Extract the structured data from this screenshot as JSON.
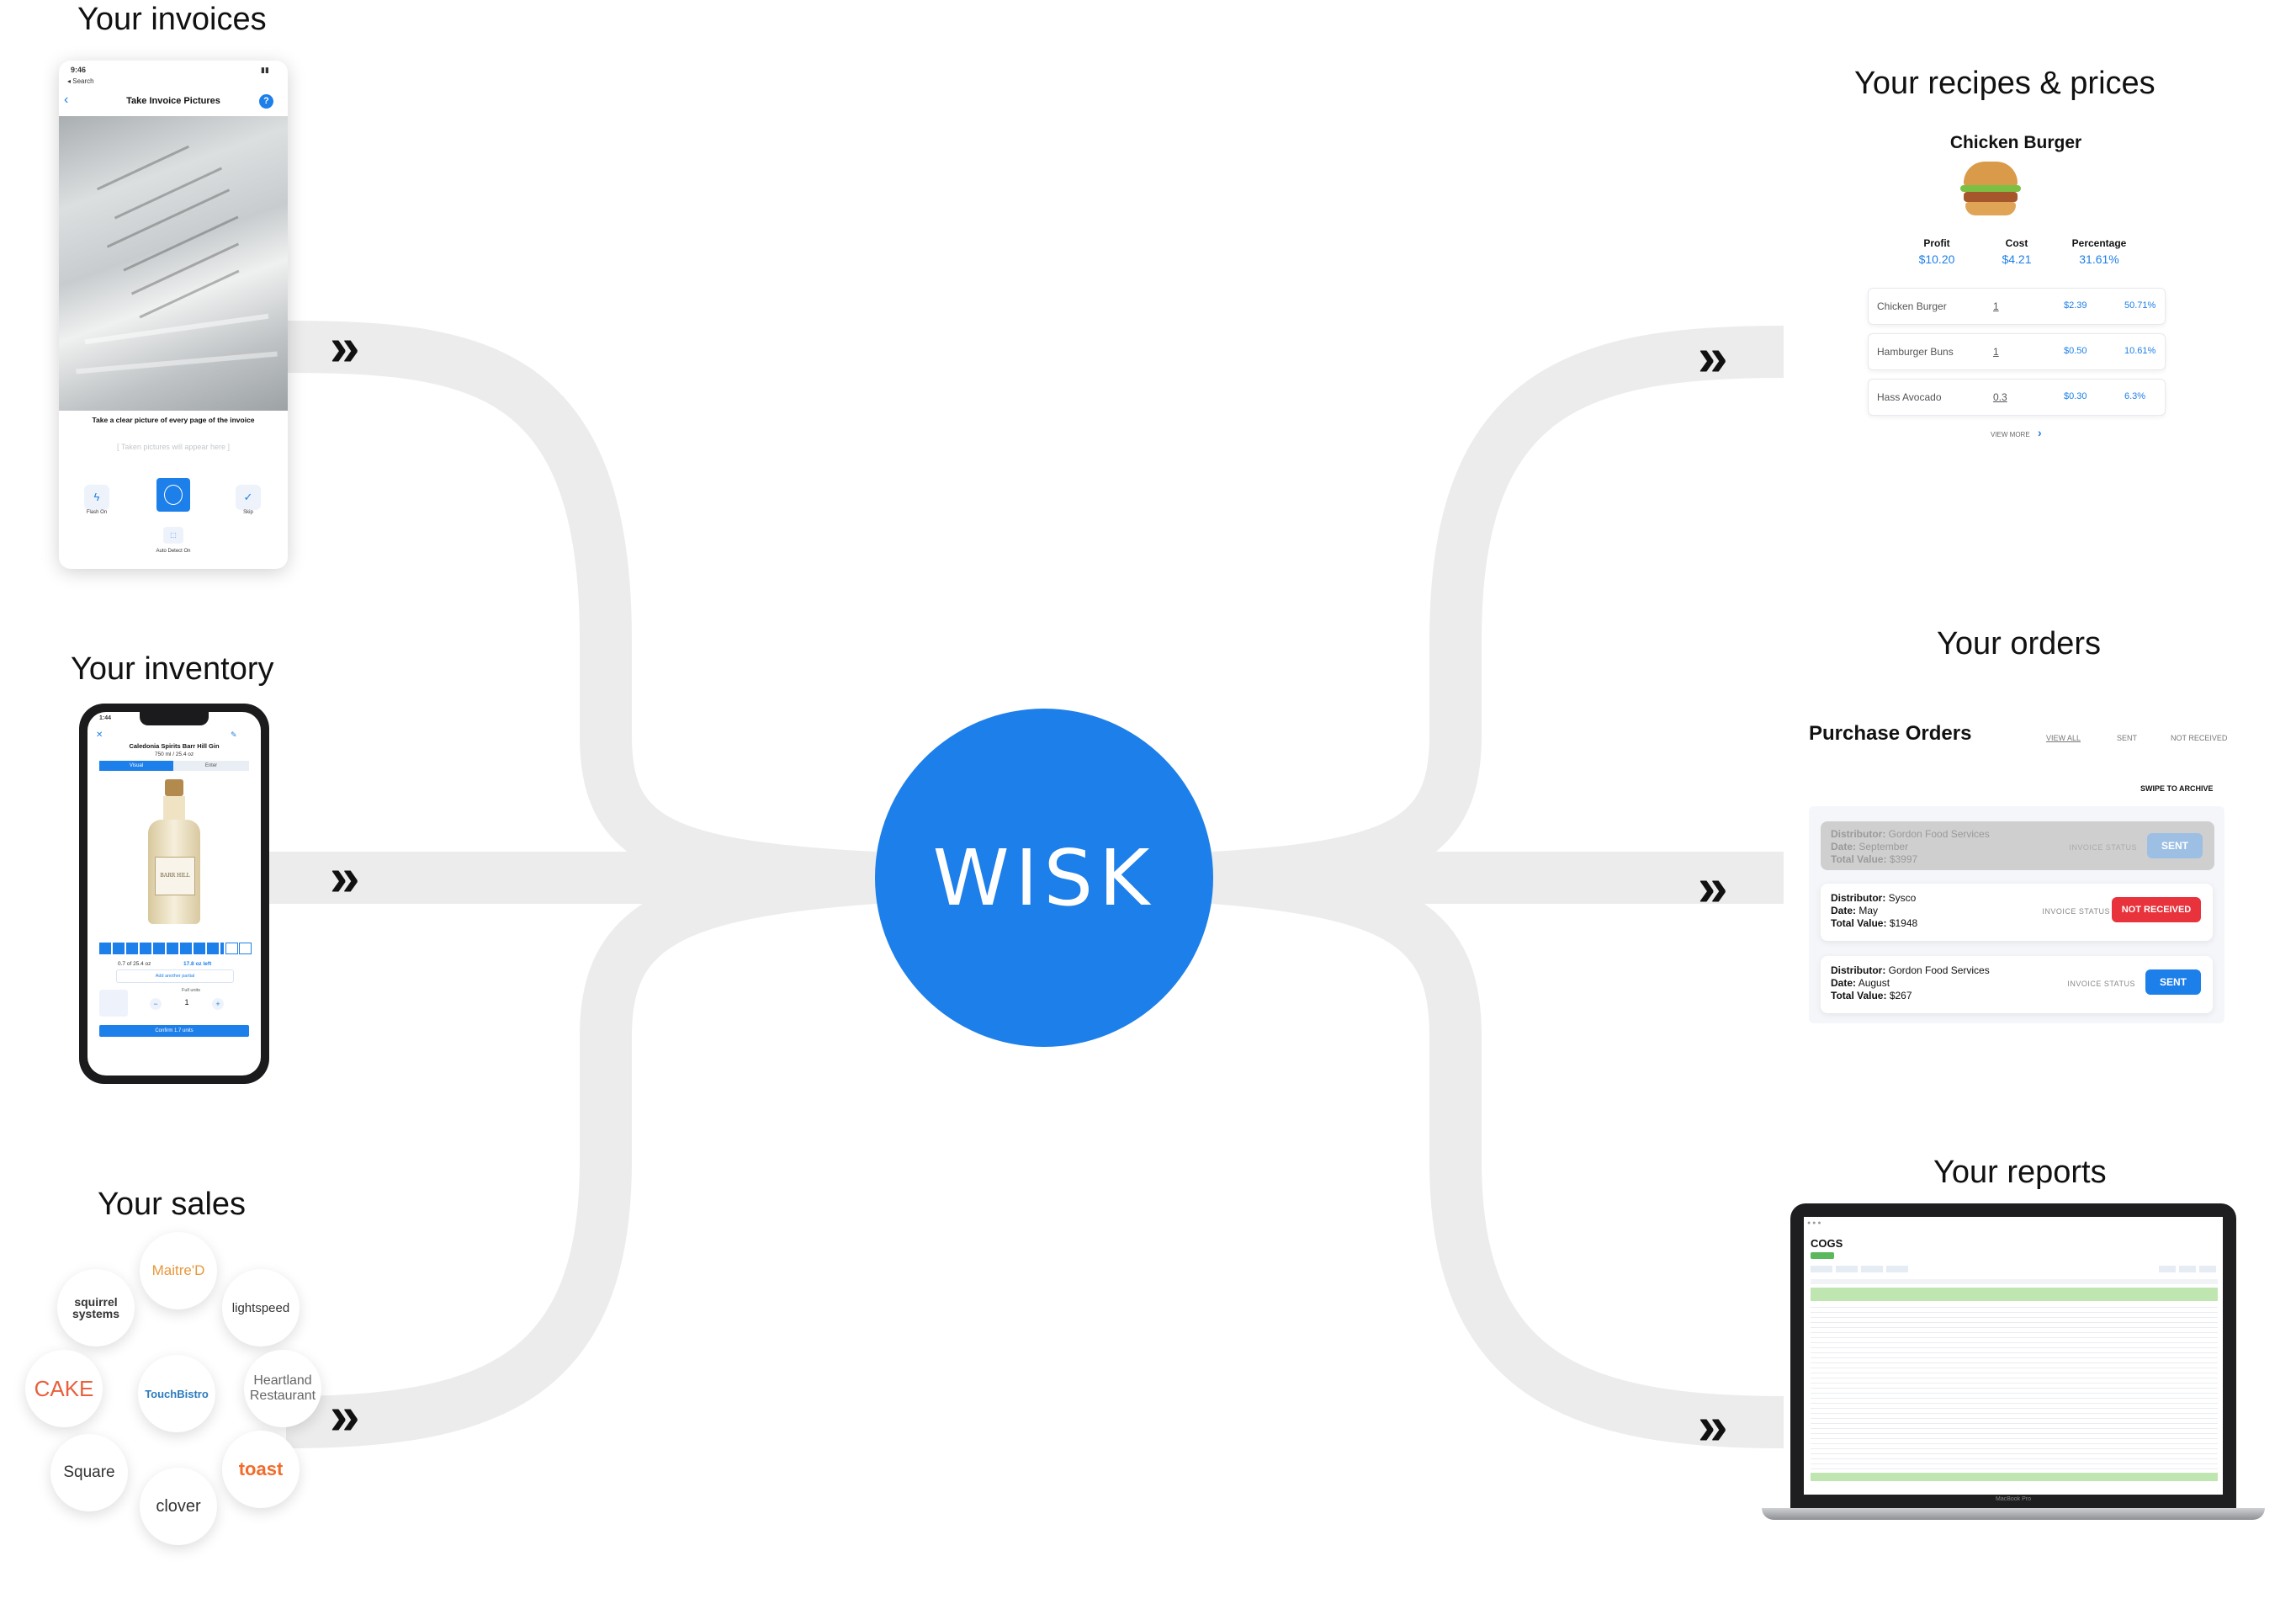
{
  "center": {
    "label": "WISK"
  },
  "sections": {
    "invoices": "Your invoices",
    "inventory": "Your inventory",
    "sales": "Your sales",
    "recipes": "Your recipes & prices",
    "orders": "Your orders",
    "reports": "Your reports"
  },
  "chevron": "»",
  "invoice_phone": {
    "time": "9:46",
    "back_label": "◂ Search",
    "title": "Take Invoice Pictures",
    "help": "?",
    "instruction": "Take a clear picture of every page of the invoice",
    "placeholder": "[ Taken pictures will appear here ]",
    "flash_label": "Flash On",
    "skip_label": "Skip",
    "auto_detect_label": "Auto Detect On"
  },
  "inventory_phone": {
    "time": "1:44",
    "product": "Caledonia Spirits Barr Hill Gin",
    "size": "750 ml / 25.4 oz",
    "tab_visual": "Visual",
    "tab_enter": "Enter",
    "bottle_label": "BARR HILL",
    "level_left": "0.7 of 25.4 oz",
    "level_right": "17.8 oz left",
    "add_partial": "Add another partial",
    "full_units_label": "Full units",
    "quantity": "1",
    "minus": "−",
    "plus": "+",
    "confirm": "Confirm 1.7 units"
  },
  "sales_logos": [
    "Maitre'D",
    "squirrel systems",
    "lightspeed",
    "CAKE",
    "TouchBistro",
    "Heartland Restaurant",
    "Square",
    "toast",
    "clover"
  ],
  "recipe": {
    "name": "Chicken Burger",
    "stats": [
      {
        "label": "Profit",
        "value": "$10.20"
      },
      {
        "label": "Cost",
        "value": "$4.21"
      },
      {
        "label": "Percentage",
        "value": "31.61%"
      }
    ],
    "ingredients": [
      {
        "name": "Chicken Burger",
        "qty": "1",
        "price": "$2.39",
        "pct": "50.71%"
      },
      {
        "name": "Hamburger Buns",
        "qty": "1",
        "price": "$0.50",
        "pct": "10.61%"
      },
      {
        "name": "Hass Avocado",
        "qty": "0.3",
        "price": "$0.30",
        "pct": "6.3%"
      }
    ],
    "view_more": "VIEW MORE"
  },
  "orders": {
    "title": "Purchase Orders",
    "filters": [
      "VIEW ALL",
      "SENT",
      "NOT RECEIVED"
    ],
    "swipe": "SWIPE TO ARCHIVE",
    "distributor_label": "Distributor:",
    "date_label": "Date:",
    "total_label": "Total Value:",
    "status_label": "INVOICE STATUS",
    "items": [
      {
        "distributor": "Gordon Food Services",
        "date": "September",
        "total": "$3997",
        "status": "SENT"
      },
      {
        "distributor": "Sysco",
        "date": "May",
        "total": "$1948",
        "status": "NOT RECEIVED"
      },
      {
        "distributor": "Gordon Food Services",
        "date": "August",
        "total": "$267",
        "status": "SENT"
      }
    ]
  },
  "report": {
    "title": "COGS",
    "brand": "MacBook Pro"
  },
  "colors": {
    "accent": "#1d7fe9",
    "flow": "#ececec",
    "alert": "#e8323c"
  }
}
